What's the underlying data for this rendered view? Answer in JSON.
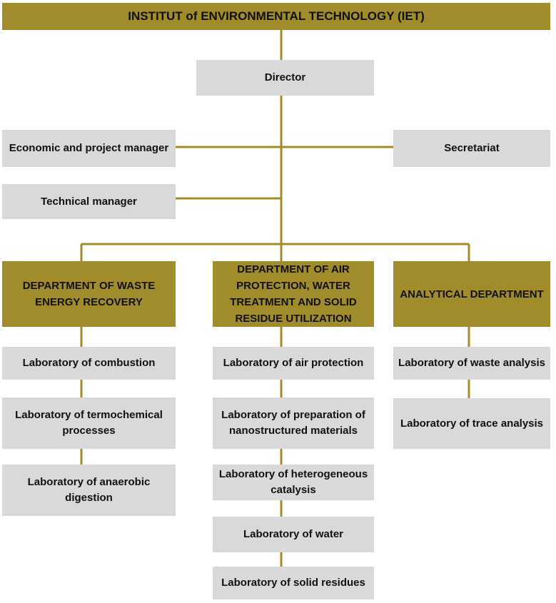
{
  "colors": {
    "gold": "#a08c2a",
    "grey": "#d9d9d9",
    "text": "#111111"
  },
  "title": "INSTITUT of ENVIRONMENTAL TECHNOLOGY (IET)",
  "director": "Director",
  "economic_manager": "Economic and project manager",
  "secretariat": "Secretariat",
  "technical_manager": "Technical manager",
  "departments": [
    {
      "name": "DEPARTMENT OF WASTE ENERGY RECOVERY",
      "labs": [
        "Laboratory of combustion",
        "Laboratory of termochemical processes",
        "Laboratory of anaerobic digestion"
      ]
    },
    {
      "name": "DEPARTMENT OF AIR PROTECTION, WATER TREATMENT AND SOLID RESIDUE UTILIZATION",
      "labs": [
        "Laboratory of air protection",
        "Laboratory of preparation of nanostructured materials",
        "Laboratory of heterogeneous catalysis",
        "Laboratory of water",
        "Laboratory of solid residues"
      ]
    },
    {
      "name": "ANALYTICAL DEPARTMENT",
      "labs": [
        "Laboratory of waste analysis",
        "Laboratory of trace analysis"
      ]
    }
  ]
}
